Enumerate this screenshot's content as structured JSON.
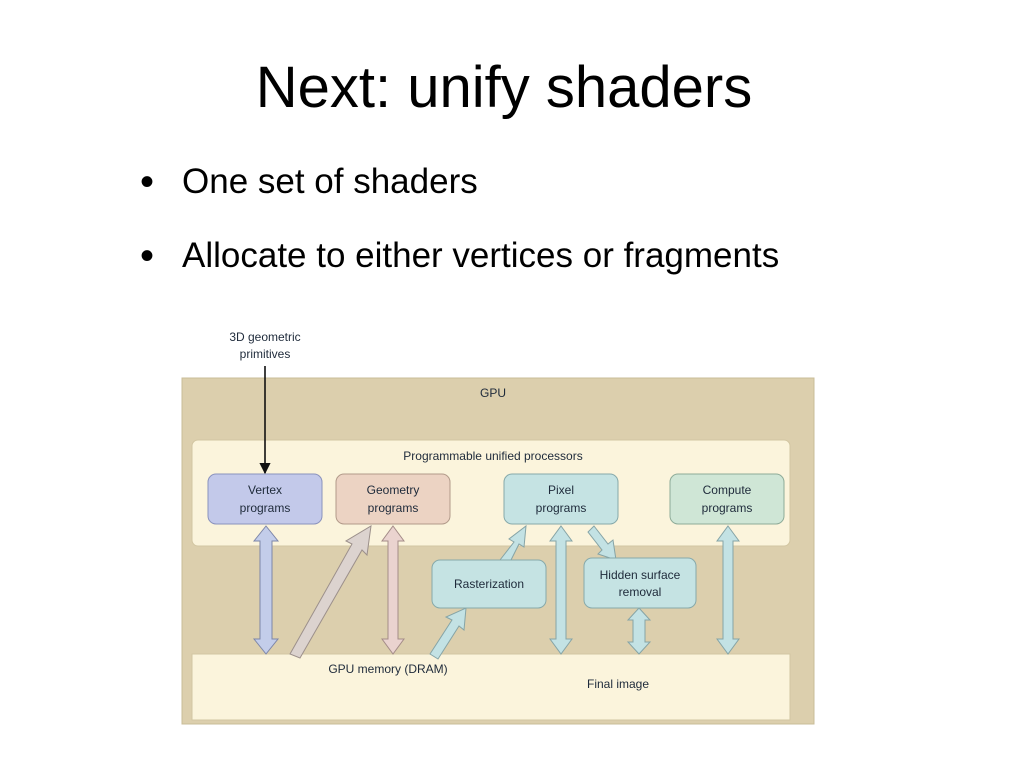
{
  "slide": {
    "title": "Next: unify shaders",
    "bullets": [
      "One set of shaders",
      "Allocate to either vertices or fragments"
    ]
  },
  "diagram": {
    "input_label_line1": "3D geometric",
    "input_label_line2": "primitives",
    "gpu_label": "GPU",
    "unified_processors_label": "Programmable unified processors",
    "vertex_line1": "Vertex",
    "vertex_line2": "programs",
    "geometry_line1": "Geometry",
    "geometry_line2": "programs",
    "pixel_line1": "Pixel",
    "pixel_line2": "programs",
    "compute_line1": "Compute",
    "compute_line2": "programs",
    "rasterization_label": "Rasterization",
    "hidden_surface_line1": "Hidden surface",
    "hidden_surface_line2": "removal",
    "memory_label": "GPU memory (DRAM)",
    "final_image_label": "Final image",
    "colors": {
      "gpu_fill": "#dccfad",
      "panel_fill": "#fbf4dc",
      "vertex_fill": "#c3c9ea",
      "geometry_fill": "#ecd3c3",
      "pixel_fill": "#c5e3e3",
      "compute_fill": "#cfe6d6",
      "arrow_blue": "#c3cdea",
      "arrow_tan": "#dcd3cf",
      "arrow_pink": "#ead3cf",
      "arrow_teal": "#c3e2e4"
    }
  }
}
